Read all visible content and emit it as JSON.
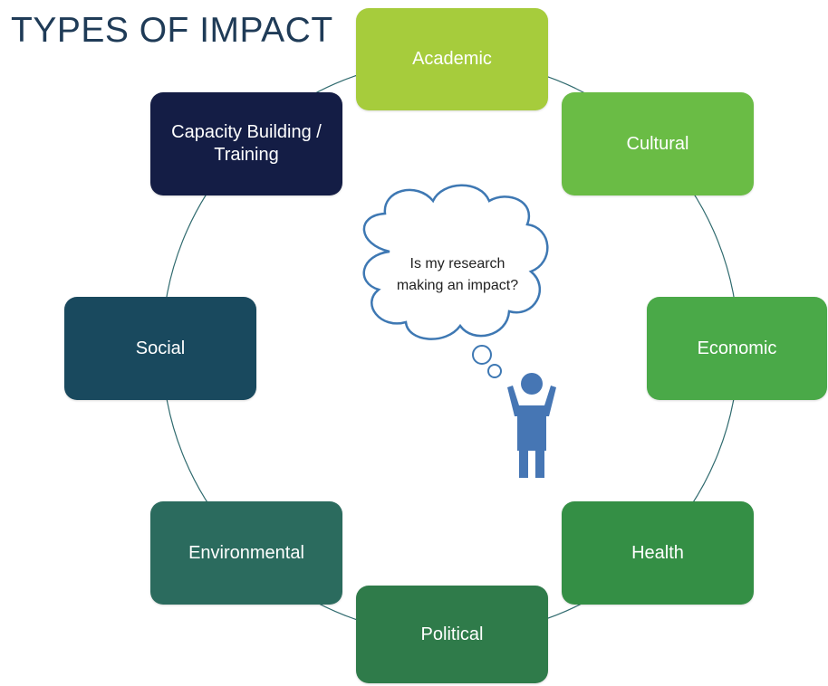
{
  "title": "TYPES OF IMPACT",
  "thought_text": "Is my research making an impact?",
  "colors": {
    "ring": "#2f6a6e",
    "cloud_outline": "#3e78b3",
    "person": "#4676b4"
  },
  "nodes": [
    {
      "label": "Academic",
      "color": "#a6cc3c"
    },
    {
      "label": "Cultural",
      "color": "#6abc45"
    },
    {
      "label": "Economic",
      "color": "#4aa948"
    },
    {
      "label": "Health",
      "color": "#348f45"
    },
    {
      "label": "Political",
      "color": "#2f7b4a"
    },
    {
      "label": "Environmental",
      "color": "#2b6b5e"
    },
    {
      "label": "Social",
      "color": "#19495e"
    },
    {
      "label": "Capacity Building /\nTraining",
      "color": "#141d45"
    }
  ]
}
